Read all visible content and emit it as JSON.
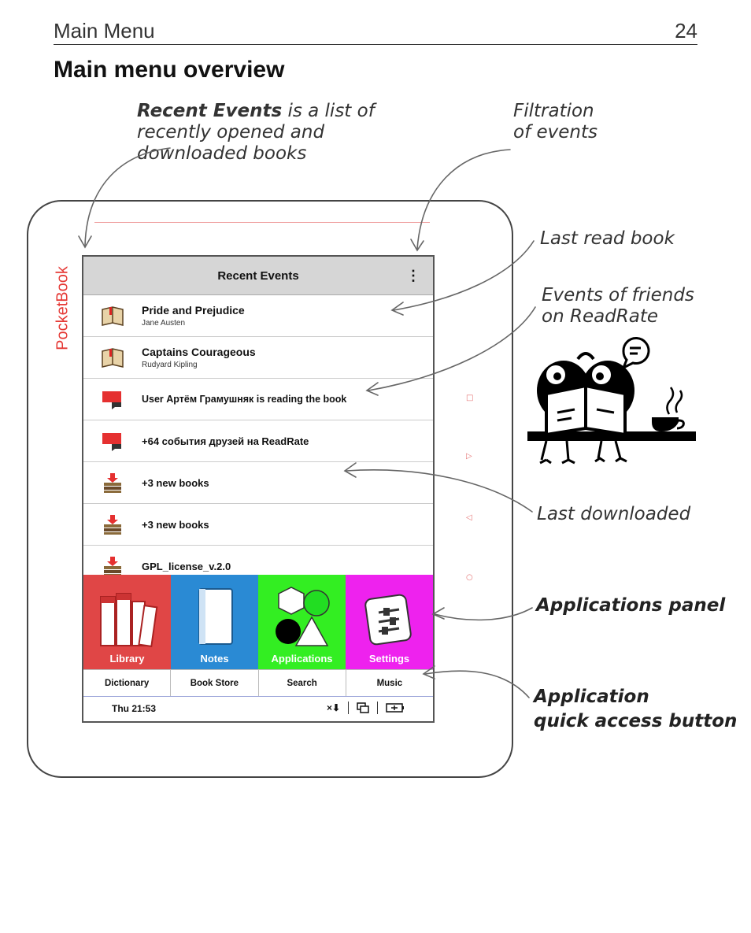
{
  "header": {
    "section": "Main Menu",
    "page": "24"
  },
  "title": "Main menu overview",
  "callouts": {
    "recent_bold": "Recent Events",
    "recent_rest": " is a list of recently opened and downloaded books",
    "filtration_l1": "Filtration",
    "filtration_l2": "of events",
    "last_read": "Last read book",
    "friends_l1": "Events of friends",
    "friends_l2": "on ReadRate",
    "last_downloaded": "Last downloaded",
    "apps_panel": "Applications panel",
    "quick_l1": "Application",
    "quick_l2": "quick access button"
  },
  "device": {
    "brand": "PocketBook",
    "screen_title": "Recent Events",
    "events": [
      {
        "title": "Pride and Prejudice",
        "subtitle": "Jane Austen",
        "icon": "book-icon"
      },
      {
        "title": "Captains Courageous",
        "subtitle": "Rudyard Kipling",
        "icon": "book-icon"
      },
      {
        "title": "User Артём Грамушняк is reading the book",
        "subtitle": "",
        "icon": "readrate-icon"
      },
      {
        "title": "+64 события друзей на ReadRate",
        "subtitle": "",
        "icon": "readrate-icon"
      },
      {
        "title": "+3 new books",
        "subtitle": "",
        "icon": "download-icon"
      },
      {
        "title": "+3 new books",
        "subtitle": "",
        "icon": "download-icon"
      },
      {
        "title": "GPL_license_v.2.0",
        "subtitle": "",
        "icon": "download-icon"
      }
    ],
    "apps": [
      {
        "label": "Library",
        "color": "#e04646"
      },
      {
        "label": "Notes",
        "color": "#2a8ad4"
      },
      {
        "label": "Applications",
        "color": "#33ee22"
      },
      {
        "label": "Settings",
        "color": "#ee22ee"
      }
    ],
    "quick": [
      "Dictionary",
      "Book Store",
      "Search",
      "Music"
    ],
    "status": {
      "clock": "Thu 21:53",
      "sync": "×⬇"
    }
  }
}
